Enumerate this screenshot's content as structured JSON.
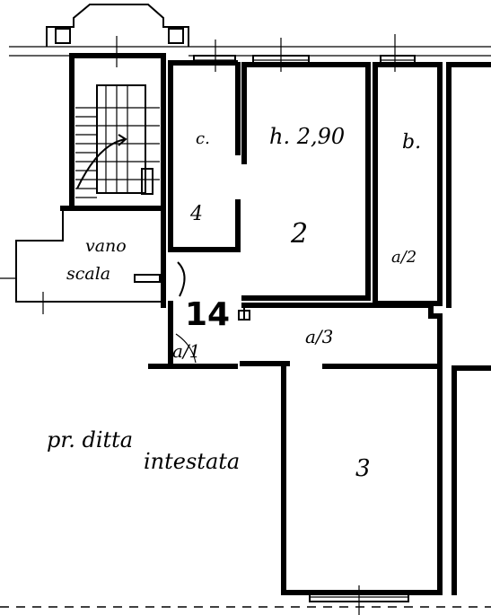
{
  "plan": {
    "unit_number": "14",
    "labels": {
      "room_c": "c.",
      "room_main_height": "h. 2,90",
      "room_b": "b.",
      "stair_line1": "vano",
      "stair_line2": "scala",
      "room_c_mark": "4",
      "main_room_mark": "2",
      "room_b_mark": "a/2",
      "corridor_mark": "a/3",
      "entrance_mark": "a/1",
      "bottom_room_mark": "3",
      "neighbor_line1": "pr. ditta",
      "neighbor_line2": "intestata"
    }
  }
}
